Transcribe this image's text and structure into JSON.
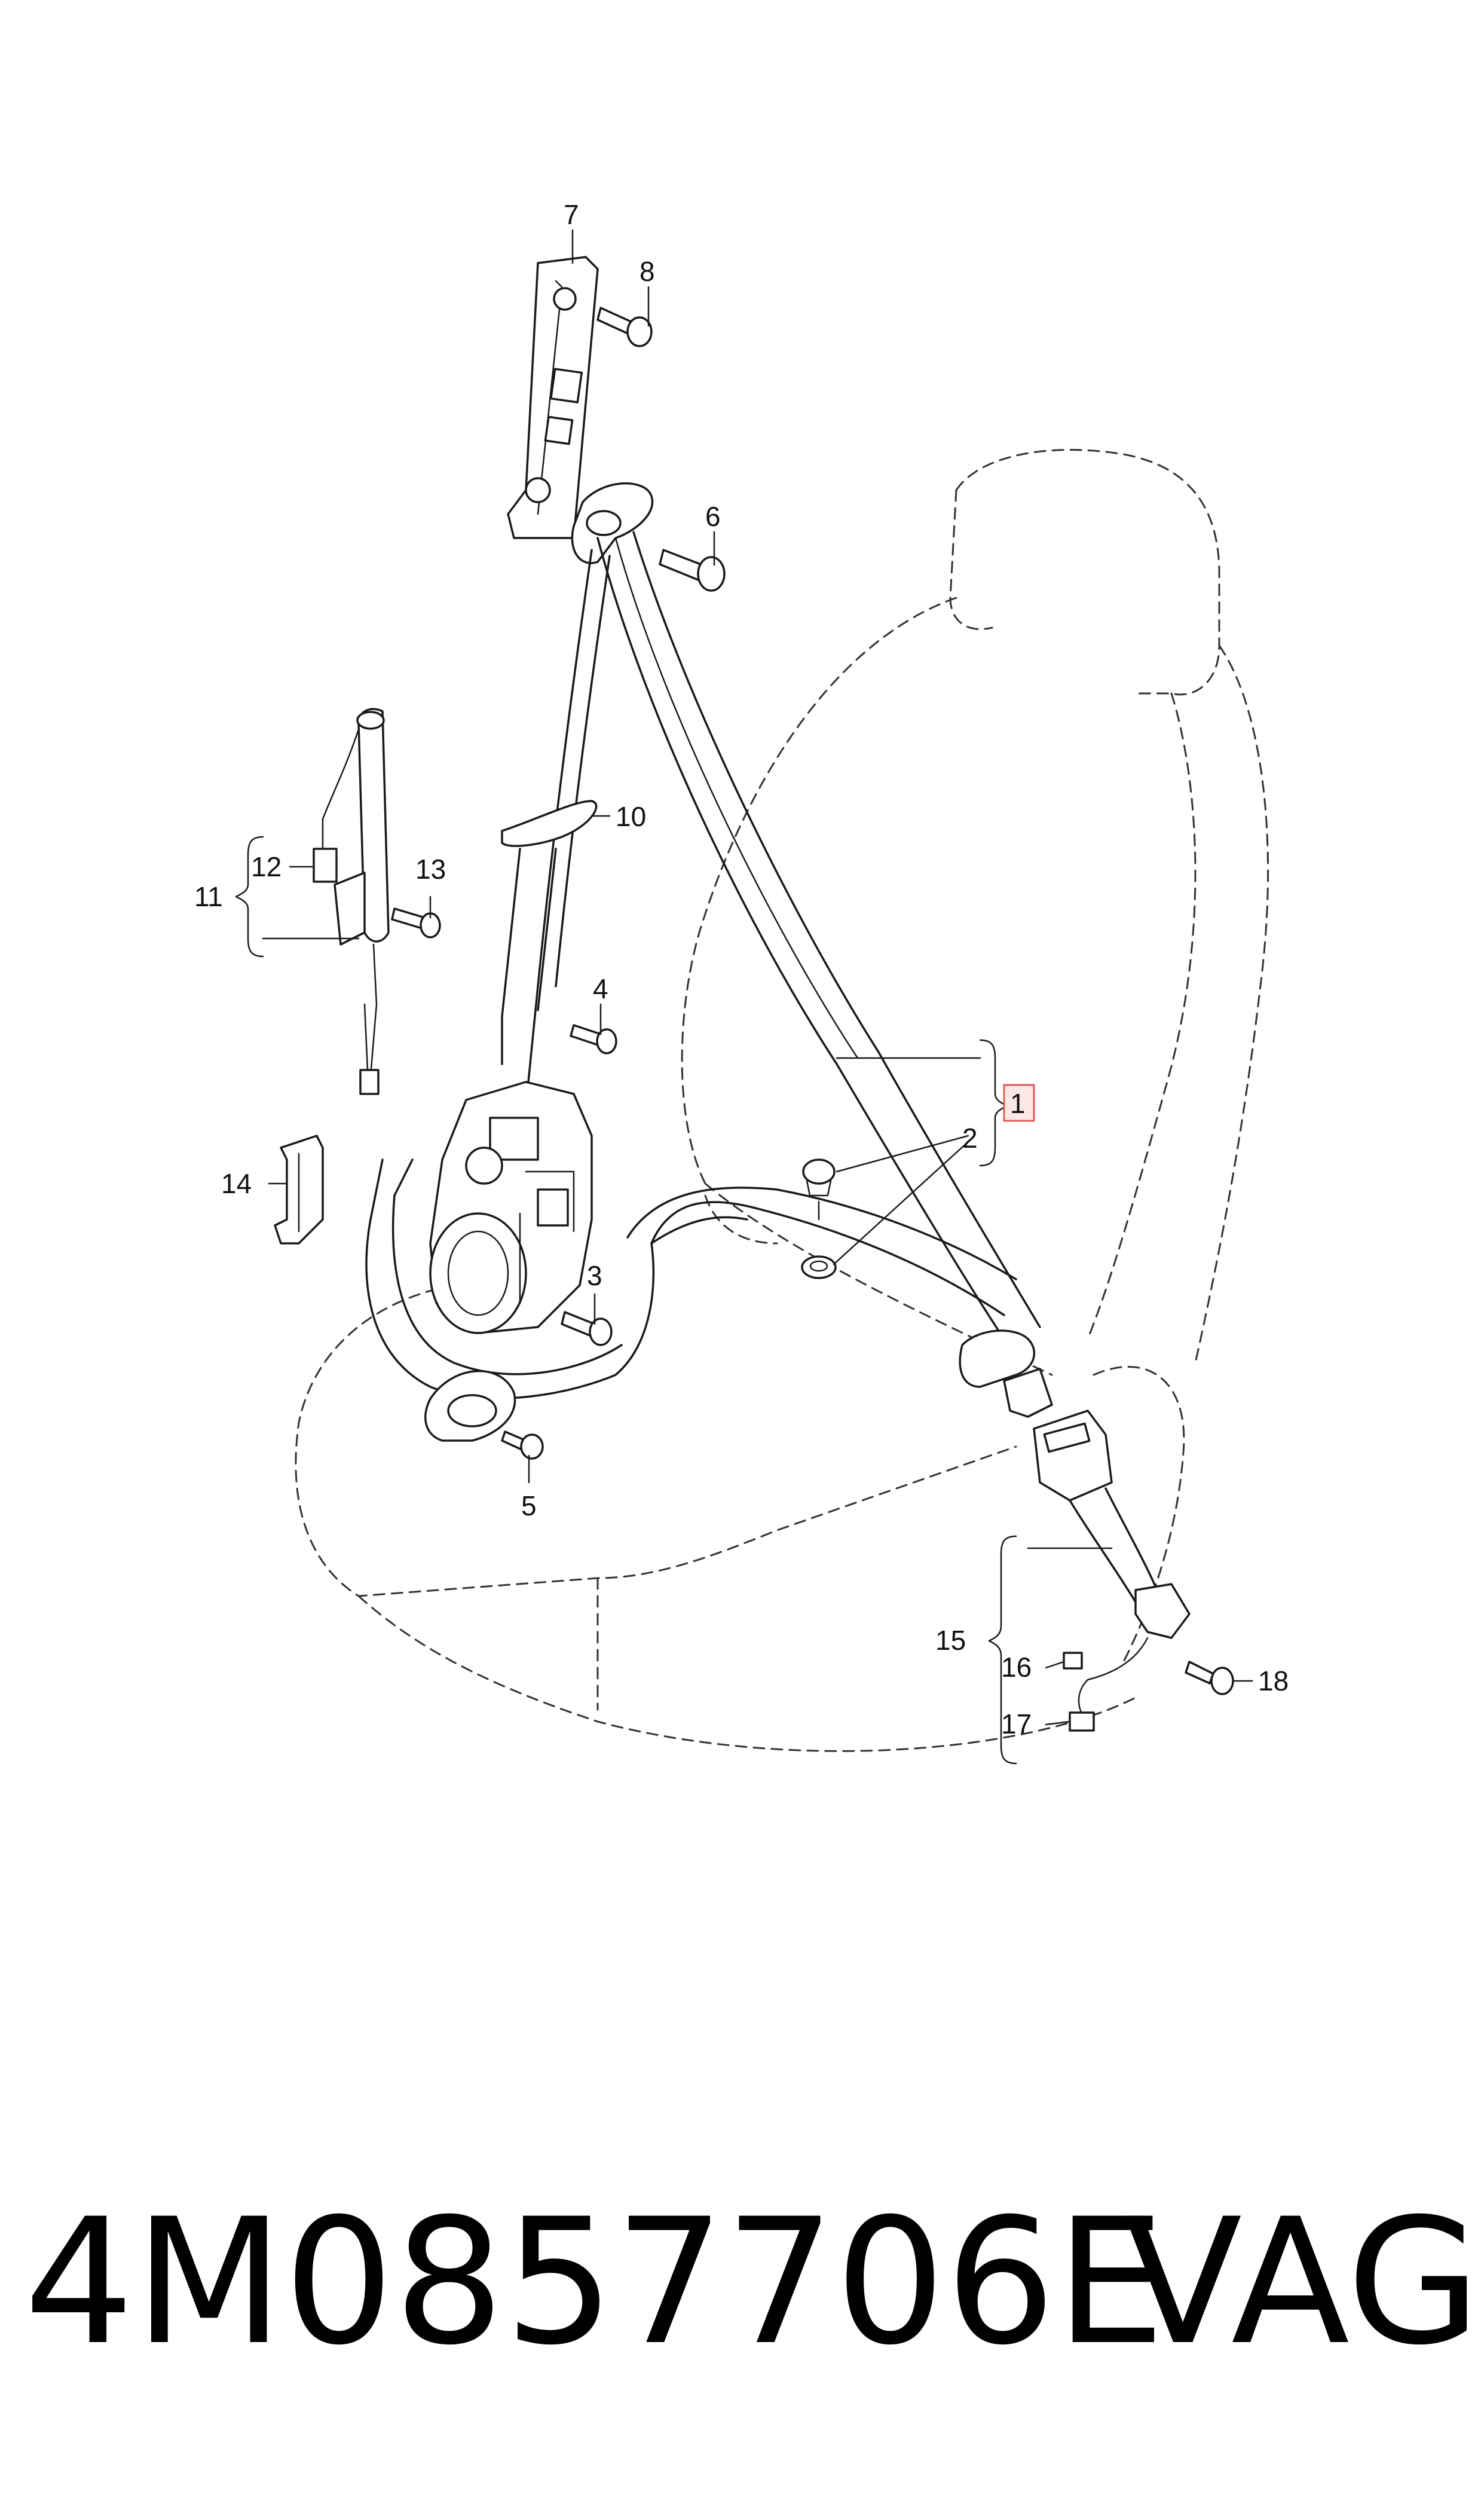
{
  "labels": {
    "l1": "1",
    "l2": "2",
    "l3": "3",
    "l4": "4",
    "l5": "5",
    "l6": "6",
    "l7": "7",
    "l8": "8",
    "l10": "10",
    "l11": "11",
    "l12": "12",
    "l13": "13",
    "l14": "14",
    "l15": "15",
    "l16": "16",
    "l17": "17",
    "l18": "18"
  },
  "footer": {
    "part_number": "4M0857706E",
    "brand": "VAG"
  },
  "colors": {
    "line": "#1a1a1a",
    "highlight_fill": "#fde8e8",
    "highlight_stroke": "#e05a5a"
  }
}
